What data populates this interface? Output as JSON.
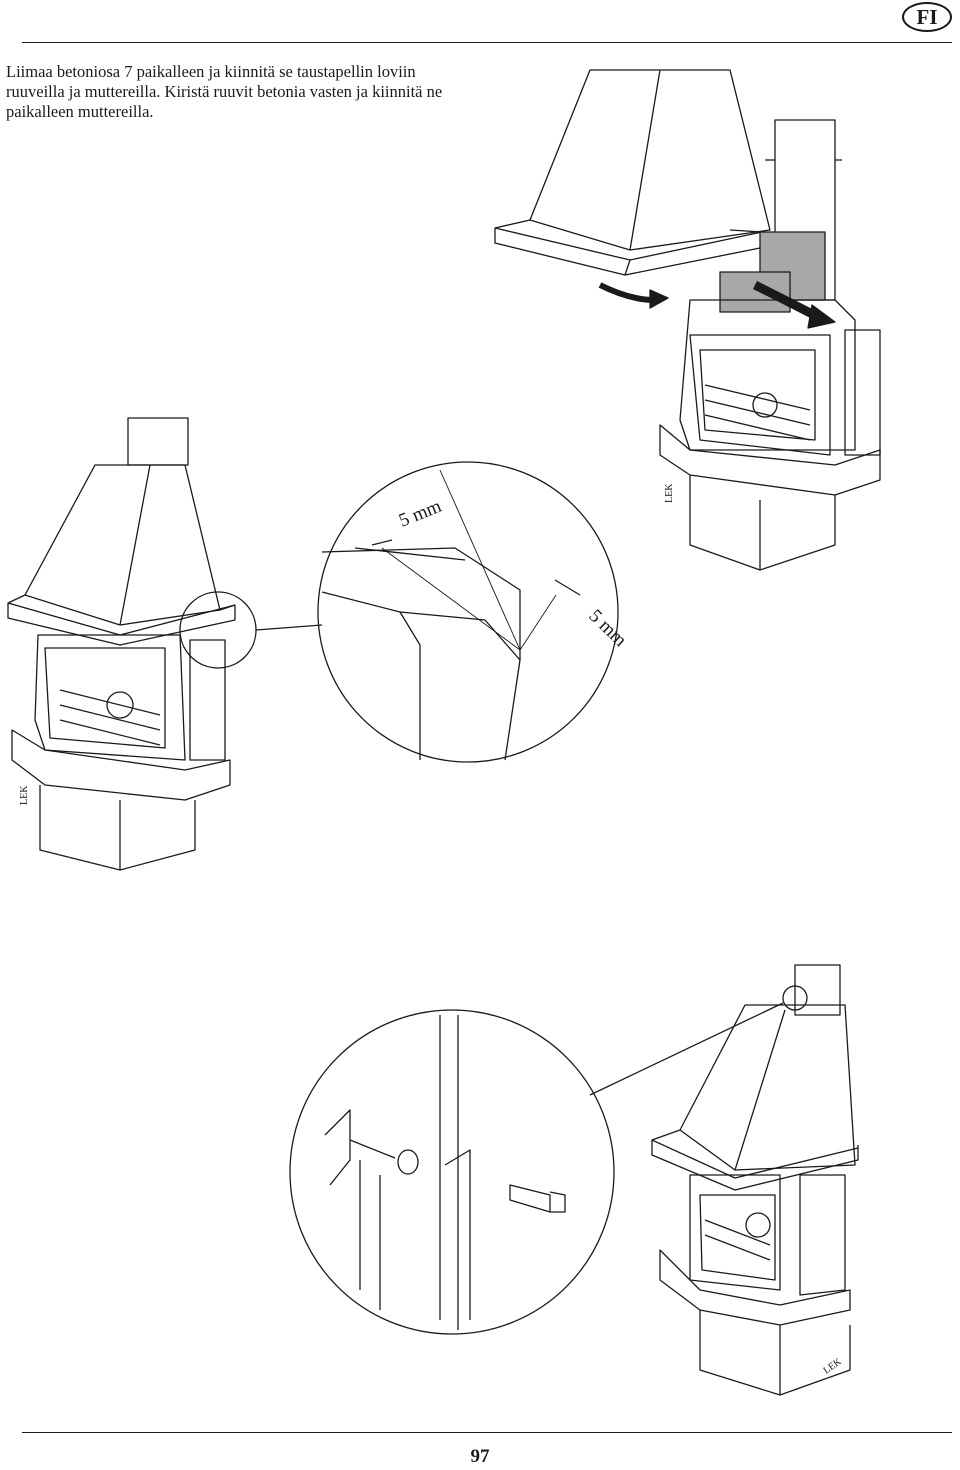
{
  "header": {
    "language_code": "FI"
  },
  "instruction": {
    "text": "Liimaa betoniosa 7 paikalleen ja kiinnitä se taustapellin loviin ruuveilla ja muttereilla. Kiristä ruuvit betonia vasten ja kiinnitä ne paikalleen muttereilla."
  },
  "figure_labels": {
    "gap_top": "5 mm",
    "gap_right": "5 mm",
    "brand_mark_1": "LEK",
    "brand_mark_2": "LEK",
    "brand_mark_3": "LEK"
  },
  "footer": {
    "page_number": "97"
  }
}
